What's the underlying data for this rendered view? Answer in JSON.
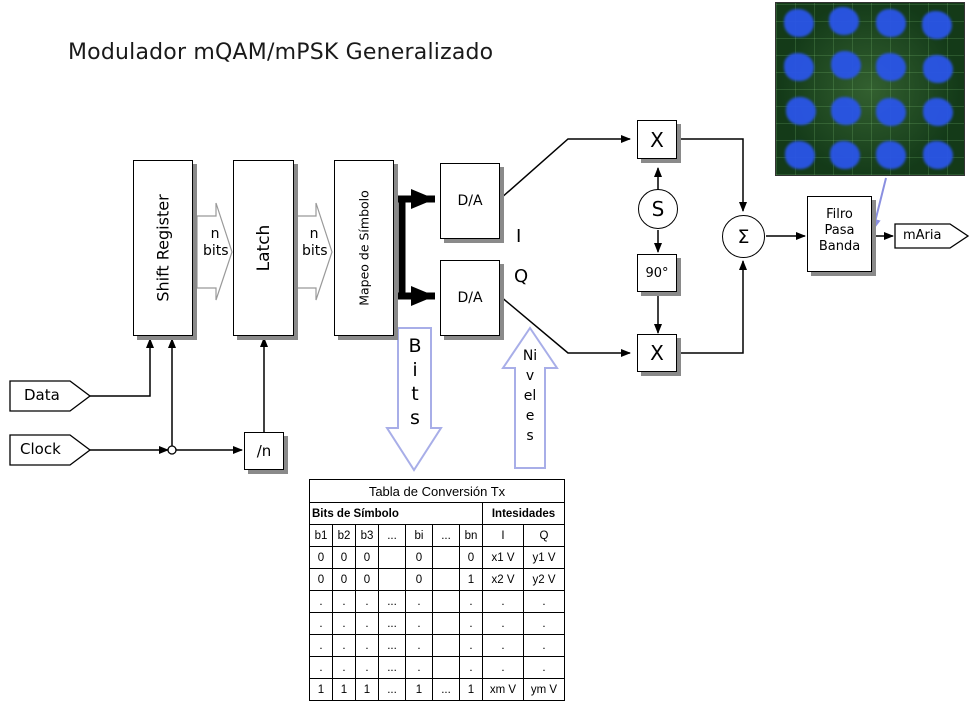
{
  "title": "Modulador mQAM/mPSK Generalizado",
  "blocks": {
    "shift_register": "Shift Register",
    "latch": "Latch",
    "mapeo": "Mapeo de Símbolo",
    "da_i": "D/A",
    "da_q": "D/A",
    "mult_top": "X",
    "mult_bottom": "X",
    "osc": "S",
    "phase": "90°",
    "sum": "Σ",
    "filter_l1": "Filro",
    "filter_l2": "Pasa",
    "filter_l3": "Banda",
    "divider": "/n"
  },
  "labels": {
    "n1": "n",
    "bits1": "bits",
    "n2": "n",
    "bits2": "bits",
    "i": "I",
    "q": "Q",
    "data": "Data",
    "clock": "Clock",
    "output": "mAria",
    "bits_arrow": [
      "B",
      "i",
      "t",
      "s"
    ],
    "niveles_arrow": [
      "Ni",
      "v",
      "el",
      "e",
      "s"
    ]
  },
  "table": {
    "title": "Tabla de Conversión Tx",
    "group_bits": "Bits de Símbolo",
    "group_int": "Intesidades",
    "columns": [
      "b1",
      "b2",
      "b3",
      "...",
      "bi",
      "...",
      "bn",
      "I",
      "Q"
    ],
    "rows": [
      [
        "0",
        "0",
        "0",
        "",
        "0",
        "",
        "0",
        "x1 V",
        "y1 V"
      ],
      [
        "0",
        "0",
        "0",
        "",
        "0",
        "",
        "1",
        "x2 V",
        "y2 V"
      ],
      [
        ".",
        ".",
        ".",
        "...",
        ".",
        "",
        ".",
        ".",
        "."
      ],
      [
        ".",
        ".",
        ".",
        "...",
        ".",
        "",
        ".",
        ".",
        "."
      ],
      [
        ".",
        ".",
        ".",
        "...",
        ".",
        "",
        ".",
        ".",
        "."
      ],
      [
        ".",
        ".",
        ".",
        "...",
        ".",
        "",
        ".",
        ".",
        "."
      ],
      [
        "1",
        "1",
        "1",
        "...",
        "1",
        "...",
        "1",
        "xm V",
        "ym V"
      ]
    ]
  }
}
